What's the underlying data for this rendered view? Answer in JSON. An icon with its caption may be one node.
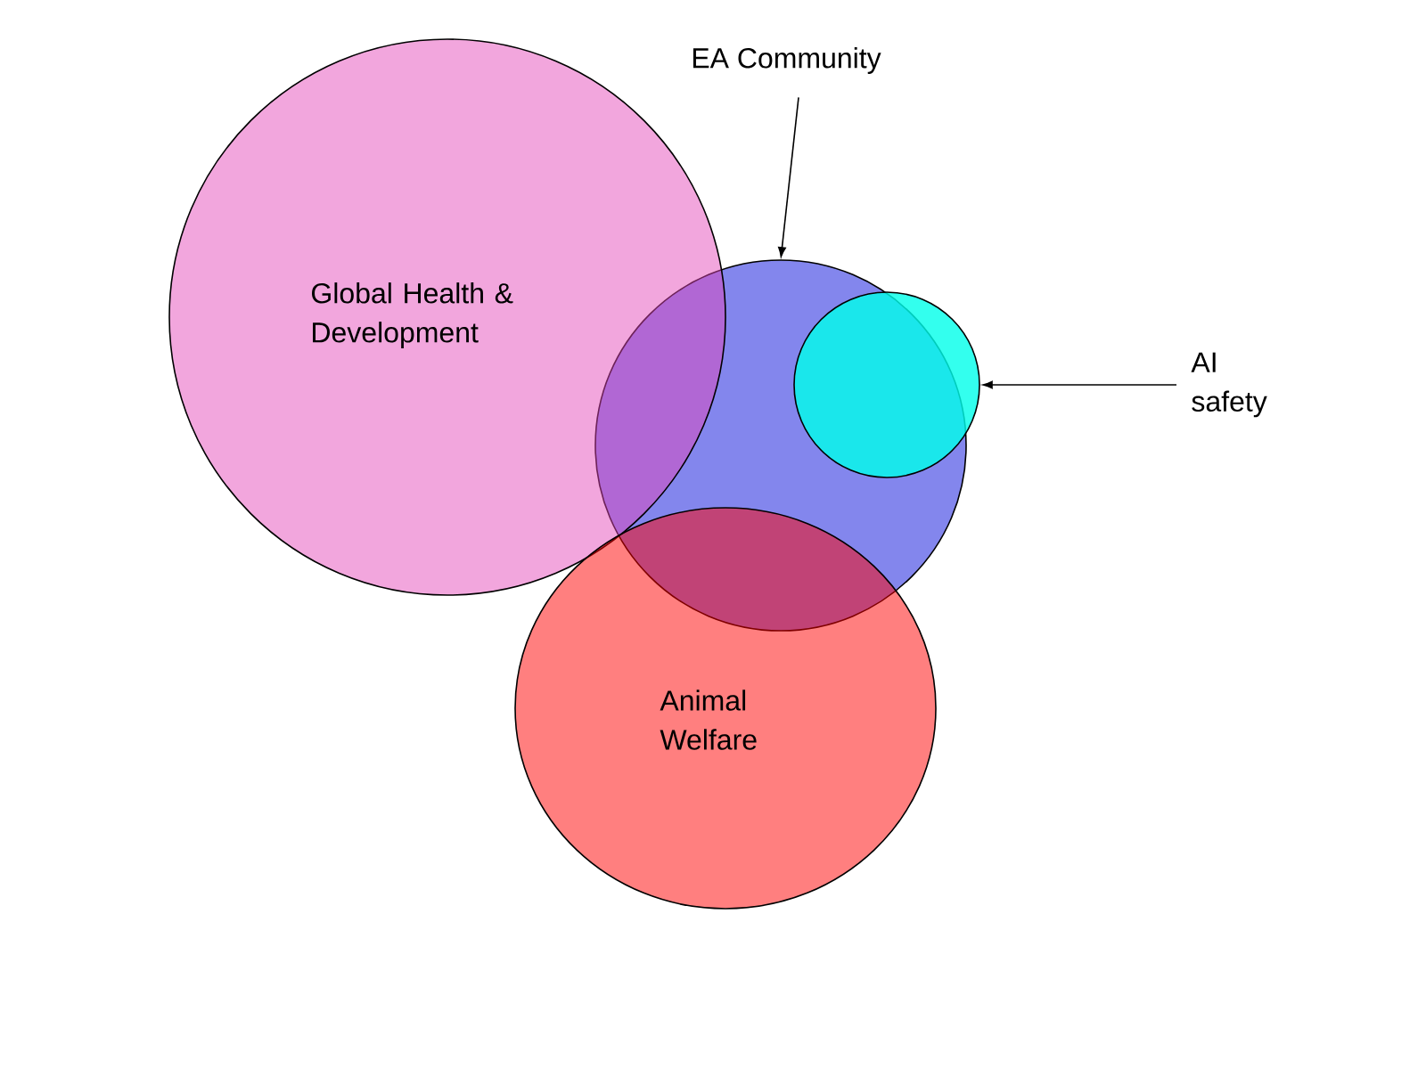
{
  "diagram": {
    "nodes": [
      {
        "text": [
          "Global Health & Development"
        ]
      },
      {
        "text": [
          "EA Community"
        ]
      },
      {
        "text": [],
        "shape": "circle"
      },
      {
        "text": [],
        "shape": "circle"
      },
      {
        "text": [
          "AI safety"
        ]
      },
      {
        "text": [
          "Animal Welfare"
        ]
      }
    ],
    "edges": [
      {
        "from": 1,
        "to": 2,
        "arrow": "to"
      },
      {
        "from": 4,
        "to": 3,
        "arrow": "to"
      }
    ]
  }
}
